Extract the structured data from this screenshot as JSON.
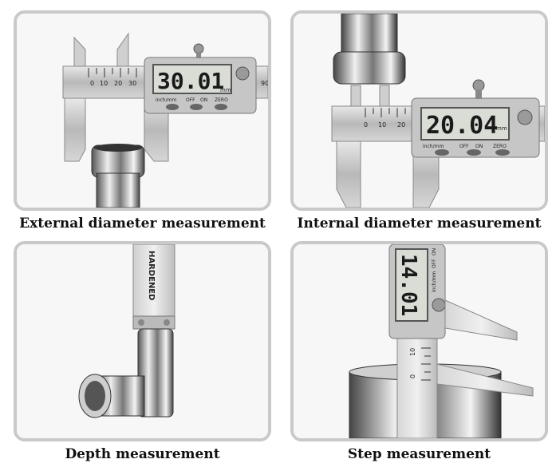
{
  "panels": [
    {
      "caption": "External diameter measurement",
      "reading": "30.01",
      "unit": "mm",
      "buttons": [
        "inch/mm",
        "OFF",
        "ON",
        "ZERO"
      ],
      "scale": [
        "0",
        "10",
        "20",
        "30",
        "90"
      ]
    },
    {
      "caption": "Internal diameter measurement",
      "reading": "20.04",
      "unit": "mm",
      "buttons": [
        "inch/mm",
        "OFF",
        "ON",
        "ZERO"
      ],
      "scale": [
        "0",
        "10",
        "20"
      ]
    },
    {
      "caption": "Depth measurement",
      "bar_text": "HARDENED"
    },
    {
      "caption": "Step measurement",
      "reading": "14.01",
      "buttons": [
        "inch/mm",
        "OFF",
        "ON"
      ],
      "scale": [
        "0",
        "10"
      ]
    }
  ]
}
